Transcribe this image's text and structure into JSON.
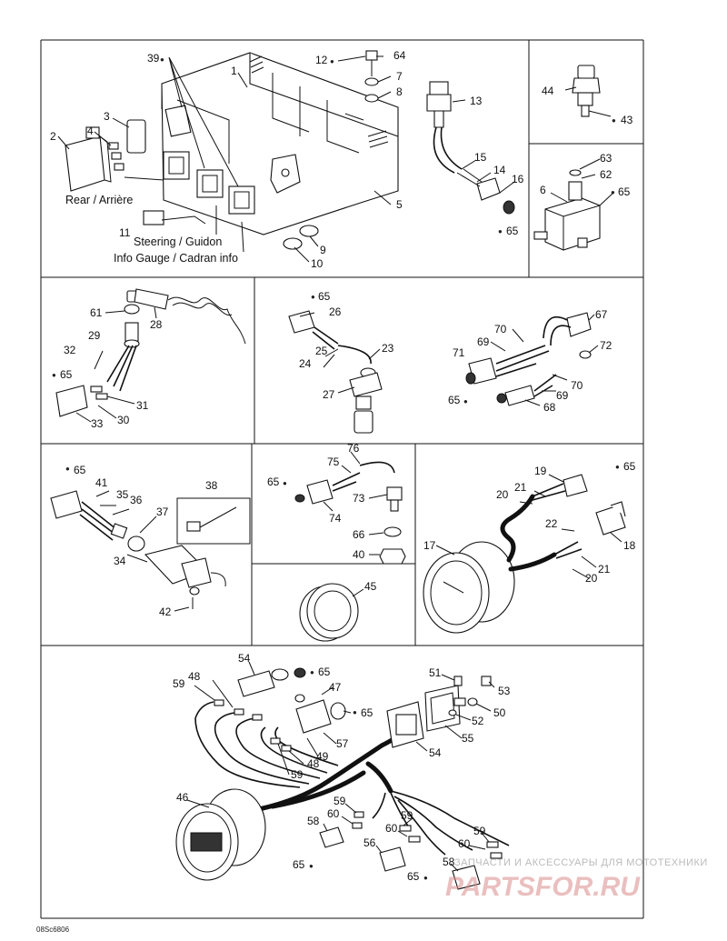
{
  "labels": {
    "p39": "39",
    "p1": "1",
    "p3": "3",
    "p4": "4",
    "p2": "2",
    "p5": "5",
    "p9": "9",
    "p10": "10",
    "p11": "11",
    "p12": "12",
    "p64": "64",
    "p7": "7",
    "p8": "8",
    "p13": "13",
    "p15": "15",
    "p14": "14",
    "p16": "16",
    "p65a": "65",
    "p44": "44",
    "p43": "43",
    "p63": "63",
    "p62": "62",
    "p6": "6",
    "p65b": "65",
    "p61": "61",
    "p28": "28",
    "p29": "29",
    "p32": "32",
    "p65c": "65",
    "p31": "31",
    "p30": "30",
    "p33": "33",
    "p65d": "65",
    "p26": "26",
    "p25": "25",
    "p24": "24",
    "p23": "23",
    "p27": "27",
    "p67": "67",
    "p70a": "70",
    "p69a": "69",
    "p72": "72",
    "p71": "71",
    "p69b": "69",
    "p70b": "70",
    "p65e": "65",
    "p68": "68",
    "p65f": "65",
    "p41": "41",
    "p35": "35",
    "p36": "36",
    "p38": "38",
    "p37": "37",
    "p34": "34",
    "p42": "42",
    "p76": "76",
    "p75": "75",
    "p65g": "65",
    "p74": "74",
    "p73": "73",
    "p66": "66",
    "p40": "40",
    "p19": "19",
    "p65h": "65",
    "p21a": "21",
    "p20a": "20",
    "p22": "22",
    "p18": "18",
    "p17": "17",
    "p21b": "21",
    "p20b": "20",
    "p45": "45",
    "p54a": "54",
    "p65i": "65",
    "p48a": "48",
    "p59a": "59",
    "p47": "47",
    "p65j": "65",
    "p57": "57",
    "p49": "49",
    "p48b": "48",
    "p59b": "59",
    "p51": "51",
    "p53": "53",
    "p50": "50",
    "p52": "52",
    "p55": "55",
    "p54b": "54",
    "p46": "46",
    "p59c": "59",
    "p60a": "60",
    "p58a": "58",
    "p65k": "65",
    "p59d": "59",
    "p60b": "60",
    "p56": "56",
    "p59e": "59",
    "p60c": "60",
    "p58b": "58",
    "p65l": "65"
  },
  "captions": {
    "rear": "Rear / Arrière",
    "steering": "Steering / Guidon",
    "info": "Info Gauge / Cadran info"
  },
  "watermark": {
    "text": "ЗАПЧАСТИ И АКСЕССУАРЫ ДЛЯ МОТОТЕХНИКИ",
    "brand": "PARTSFOR.RU"
  },
  "ref_code": "08Sc6806"
}
